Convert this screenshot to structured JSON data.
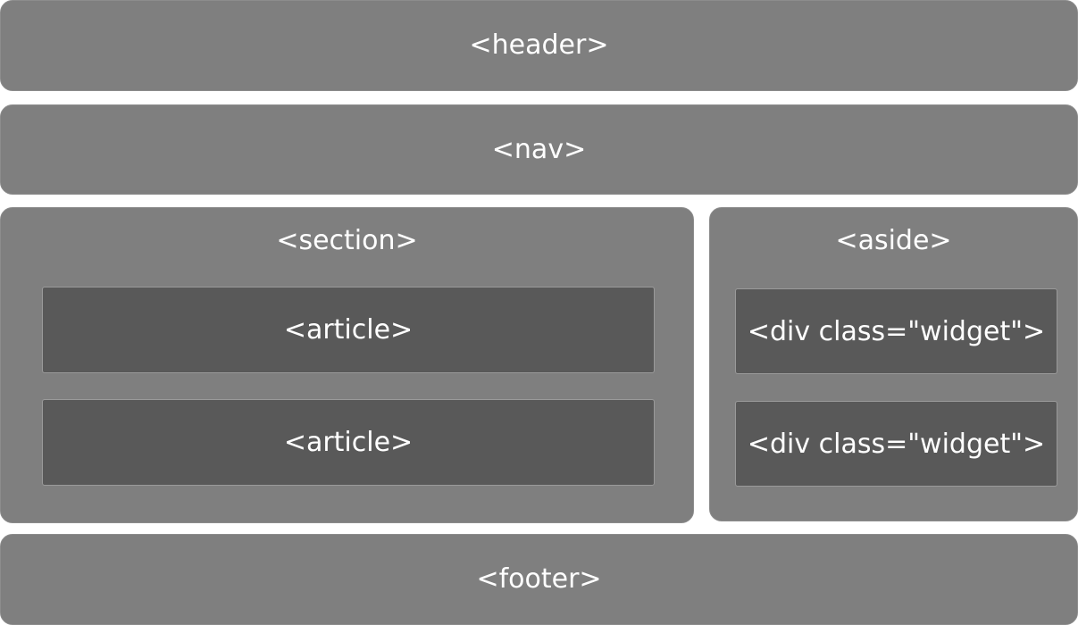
{
  "header": {
    "label": "<header>"
  },
  "nav": {
    "label": "<nav>"
  },
  "section": {
    "label": "<section>",
    "articles": [
      {
        "label": "<article>"
      },
      {
        "label": "<article>"
      }
    ]
  },
  "aside": {
    "label": "<aside>",
    "widgets": [
      {
        "label": "<div class=\"widget\">"
      },
      {
        "label": "<div class=\"widget\">"
      }
    ]
  },
  "footer": {
    "label": "<footer>"
  },
  "colors": {
    "outer_box": "#7f7f7f",
    "inner_box": "#595959",
    "text": "#ffffff"
  }
}
